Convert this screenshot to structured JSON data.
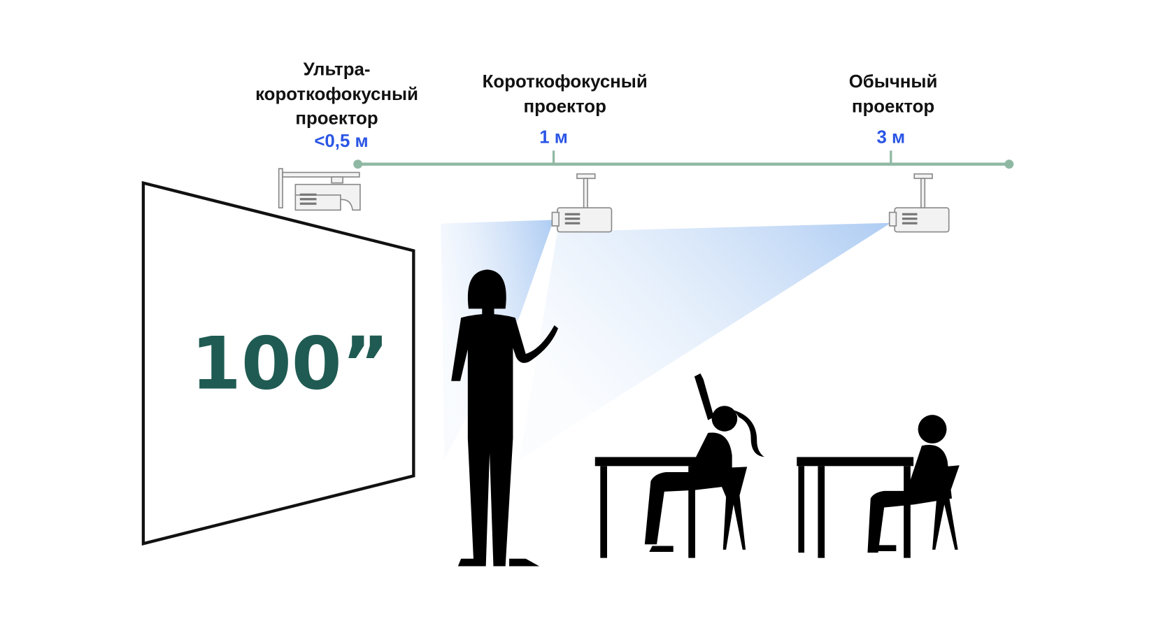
{
  "colors": {
    "distance": "#2a55e5",
    "timeline": "#8fb8a3",
    "screen_text": "#1f5b52",
    "beam": "#bcd5f5"
  },
  "screen": {
    "size_label": "100”"
  },
  "projectors": [
    {
      "name_lines": [
        "Ультра-",
        "короткофокусный",
        "проектор"
      ],
      "distance": "<0,5 м"
    },
    {
      "name_lines": [
        "Короткофокусный",
        "проектор"
      ],
      "distance": "1 м"
    },
    {
      "name_lines": [
        "Обычный",
        "проектор"
      ],
      "distance": "3 м"
    }
  ]
}
